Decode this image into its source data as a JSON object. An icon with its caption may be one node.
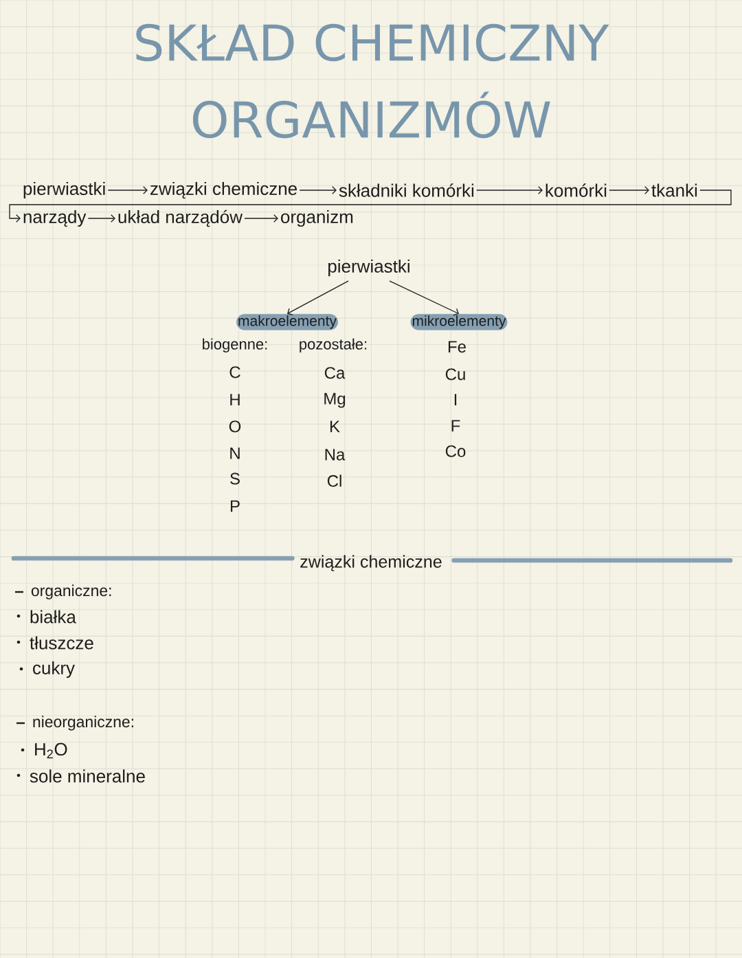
{
  "diagram": {
    "title": "SKŁAD CHEMICZNY ORGANIZMÓW",
    "nodes": [
      {
        "text": [
          "pierwiastki"
        ]
      },
      {
        "text": [
          "związki chemiczne"
        ]
      },
      {
        "text": [
          "składniki komórki"
        ]
      },
      {
        "text": [
          "komórki"
        ]
      },
      {
        "text": [
          "tkanki"
        ]
      },
      {
        "text": [
          "narządy"
        ]
      },
      {
        "text": [
          "układ narządów"
        ]
      },
      {
        "text": [
          "organizm"
        ]
      },
      {
        "text": [
          "pierwiastki"
        ]
      },
      {
        "text": [
          "makroelementy"
        ]
      },
      {
        "text": [
          "mikroelementy"
        ]
      }
    ],
    "edges": [
      {
        "from": 0,
        "to": 1,
        "arrow": "to"
      },
      {
        "from": 1,
        "to": 2,
        "arrow": "to"
      },
      {
        "from": 2,
        "to": 3,
        "arrow": "to"
      },
      {
        "from": 3,
        "to": 4,
        "arrow": "to"
      },
      {
        "from": 4,
        "to": 5,
        "arrow": "to"
      },
      {
        "from": 5,
        "to": 6,
        "arrow": "to"
      },
      {
        "from": 6,
        "to": 7,
        "arrow": "to"
      },
      {
        "from": 8,
        "to": 9,
        "arrow": "to"
      },
      {
        "from": 8,
        "to": 10,
        "arrow": "to"
      }
    ],
    "labels": [
      "biogenne:",
      "pozostałe:",
      "Fe",
      "C",
      "Ca",
      "Cu",
      "H",
      "Mg",
      "I",
      "O",
      "K",
      "F",
      "N",
      "Na",
      "Co",
      "S",
      "Cl",
      "P",
      "związki chemiczne",
      "organiczne:",
      "białka",
      "tłuszcze",
      "cukry",
      "nieorganiczne:",
      "H$_{2}$O",
      "sole mineralne"
    ]
  }
}
